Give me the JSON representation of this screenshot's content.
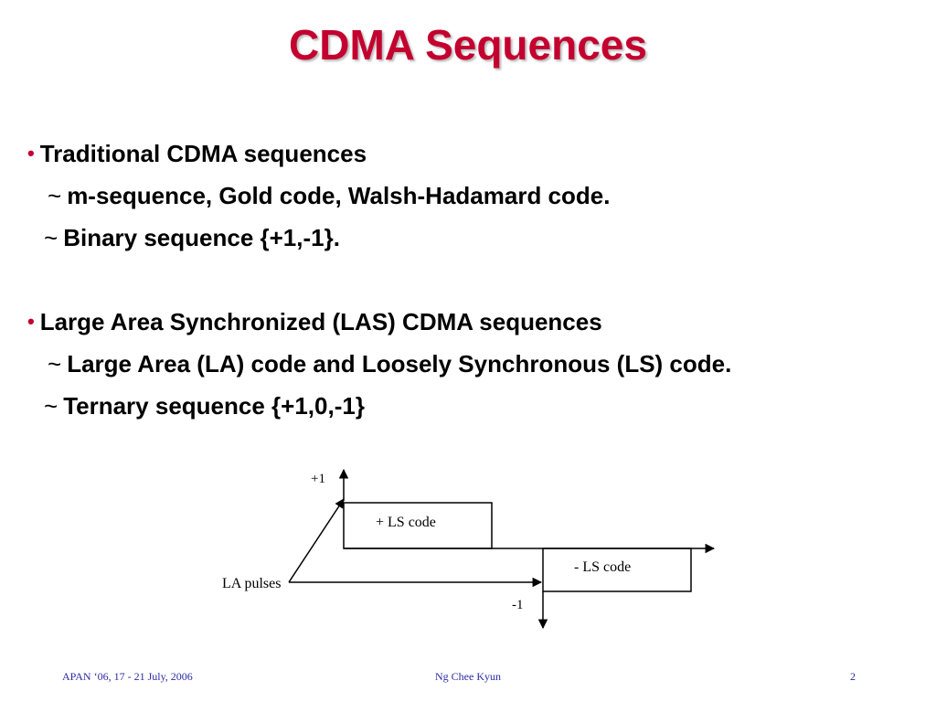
{
  "slide": {
    "title": "CDMA Sequences",
    "bullets": [
      {
        "symbol": "•",
        "text": "Traditional CDMA sequences",
        "subitems": [
          {
            "symbol": "~",
            "text": "m-sequence, Gold code, Walsh-Hadamard code."
          },
          {
            "symbol": "~",
            "text": "Binary sequence {+1,-1}."
          }
        ]
      },
      {
        "symbol": "•",
        "text": "Large Area Synchronized (LAS) CDMA sequences",
        "subitems": [
          {
            "symbol": "~",
            "text": "Large Area (LA) code and Loosely Synchronous (LS) code."
          },
          {
            "symbol": "~",
            "text": "Ternary sequence {+1,0,-1}"
          }
        ]
      }
    ]
  },
  "diagram": {
    "plus_one_label": "+1",
    "minus_one_label": "-1",
    "plus_ls_label": "+ LS code",
    "minus_ls_label": "- LS code",
    "la_pulses_label": "LA pulses"
  },
  "footer": {
    "left": "APAN ‘06, 17 - 21 July, 2006",
    "center": "Ng Chee Kyun",
    "page_number": "2"
  },
  "colors": {
    "title": "#c4002f",
    "footer_text": "#2a2aa8"
  }
}
